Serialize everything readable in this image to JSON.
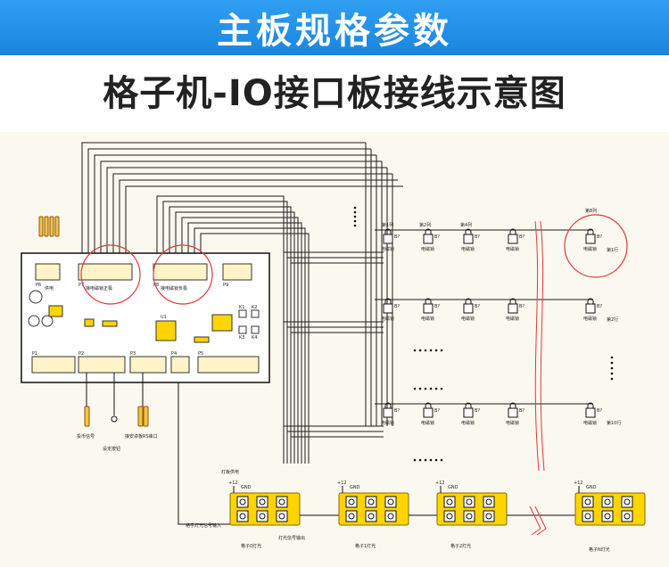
{
  "banner": {
    "title": "主板规格参数"
  },
  "diagram": {
    "title": "格子机-IO接口板接线示意图",
    "board": {
      "connectors": {
        "p6": "P6",
        "p7": "P7",
        "p8": "P8",
        "p9": "P9",
        "p1": "P1",
        "p2": "P2",
        "p3": "P3",
        "p4": "P4",
        "p5": "P5"
      },
      "labels": {
        "power": "供电",
        "lock_plus": "接电磁锁正极",
        "lock_minus": "接电磁锁负极",
        "u1": "U1",
        "k1": "K1",
        "k2": "K2",
        "k3": "K3",
        "k4": "K4"
      }
    },
    "bottom_labels": {
      "coin": "投币信号",
      "android": "接安卓板RS串口",
      "set_button": "设定按钮"
    },
    "columns": {
      "c1": "第1列",
      "c2": "第2列",
      "c4": "第4列",
      "cn": "第8列"
    },
    "rows": {
      "r1": "第1行",
      "r2": "第2行",
      "r10": "第10行"
    },
    "lock": {
      "name": "电磁锁",
      "pin_mark": "B?"
    },
    "lights": {
      "power": "灯板供电",
      "v12": "+12",
      "gnd": "GND",
      "signal_in": "格子灯光信号输入",
      "signal_out": "灯光信号输出",
      "l0": "格子0灯光",
      "l1": "格子1灯光",
      "l2": "格子2灯光",
      "ln": "格子N灯光"
    }
  }
}
